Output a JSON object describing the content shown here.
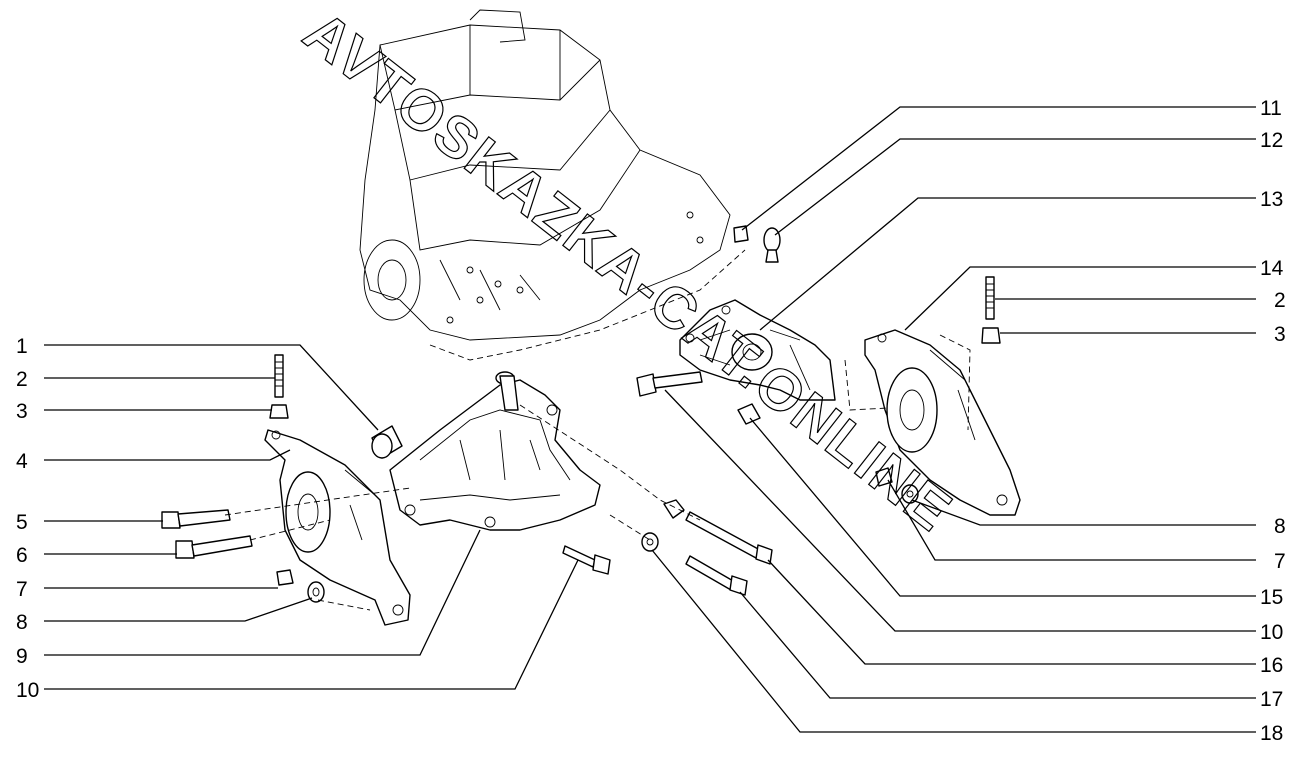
{
  "watermark": "AVTOSKAZKA-CAT.ONLINE",
  "callouts_left": [
    "1",
    "2",
    "3",
    "4",
    "5",
    "6",
    "7",
    "8",
    "9",
    "10"
  ],
  "callouts_right": [
    "11",
    "12",
    "13",
    "14",
    "2",
    "3",
    "8",
    "7",
    "15",
    "10",
    "16",
    "17",
    "18"
  ]
}
